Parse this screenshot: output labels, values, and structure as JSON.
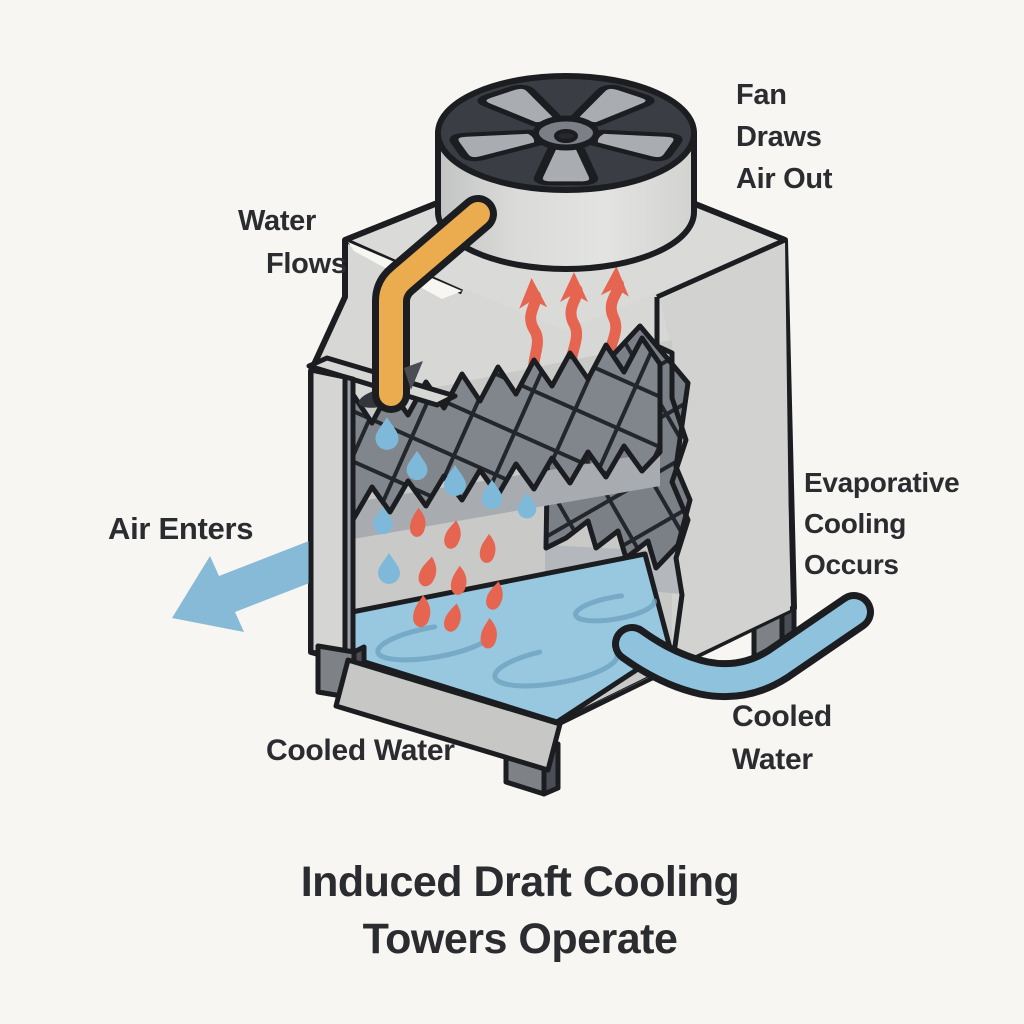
{
  "diagram": {
    "title_lines": [
      "Induced Draft Cooling",
      "Towers Operate"
    ],
    "labels": {
      "fan_lines": [
        "Fan",
        "Draws",
        "Air Out"
      ],
      "water_flows_lines": [
        "Water",
        "Flows"
      ],
      "air_enters": "Air Enters",
      "evaporative_lines": [
        "Evaporative",
        "Cooling",
        "Occurs"
      ],
      "cooled_water_left": "Cooled Water",
      "cooled_water_right_lines": [
        "Cooled",
        "Water"
      ]
    }
  },
  "colors": {
    "bg": "#F7F6F2",
    "ink": "#1B1D21",
    "text": "#2B2C30",
    "body": "#D7D8D6",
    "body-right": "#D2D3D0",
    "interior": "#C9CAC8",
    "lid": "#DADBD9",
    "cyl-light": "#E3E4E2",
    "cyl-dark": "#C2C4C3",
    "fan-housing": "#3A3D43",
    "fan-blade": "#A9ADB2",
    "hub": "#7C8086",
    "hub-hole": "#26282D",
    "fill-media": "#81858C",
    "fill-media2": "#7B7F86",
    "hatch-line": "#23262B",
    "shadow-strip": "#A8ACB1",
    "shade": "#B4B8BC",
    "pipe-orange": "#EBAC4F",
    "heat-red": "#E56550",
    "water": "#98C8E0",
    "drop": "#7FB9D9",
    "arrow-blue": "#86BAD7",
    "pipe-blue": "#8FC2DC",
    "ripple": "#6FA3BF",
    "wall": "#D5D6D4",
    "wall-edge": "#9EA2A7",
    "foot": "#7E8287",
    "foot-dark": "#4B4E54",
    "frame": "#C7C8C6"
  }
}
